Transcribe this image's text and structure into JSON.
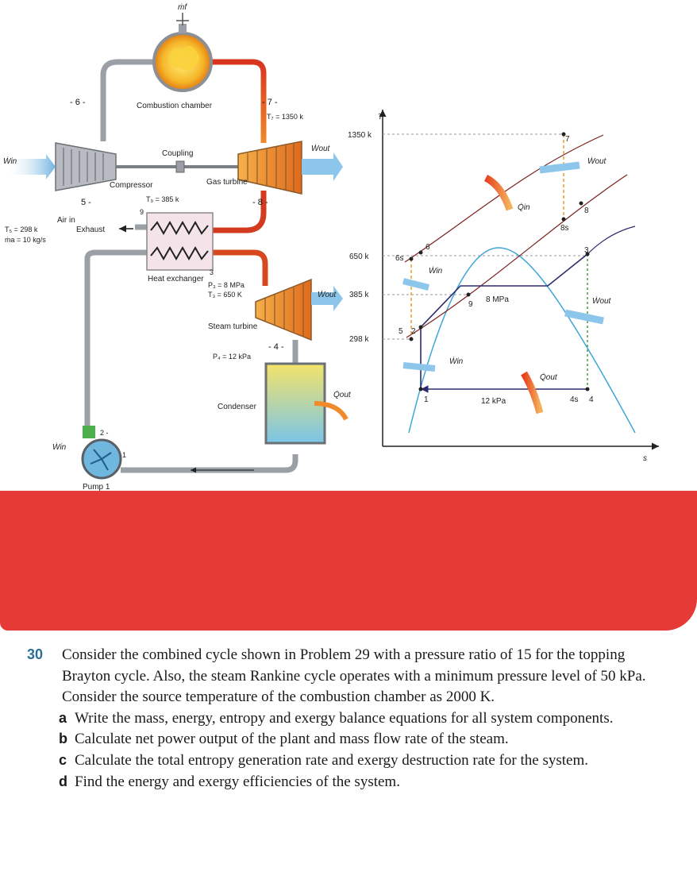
{
  "schematic": {
    "mdot_f": "ṁf",
    "combustion_chamber": "Combustion chamber",
    "coupling": "Coupling",
    "compressor": "Compressor",
    "gas_turbine": "Gas turbine",
    "win": "Ẇin",
    "wout_gas": "Ẇout",
    "wout_steam": "Ẇout",
    "qout": "Q̇out",
    "win_pump": "Ẇin",
    "state6": "6",
    "state7": "7",
    "state5": "5",
    "state8": "8",
    "state9": "9",
    "state3": "3",
    "state4": "4",
    "state2": "2",
    "state1": "1",
    "t7": "T₇ = 1350 k",
    "t9": "T₉ = 385 k",
    "air_in": "Air in",
    "t5": "T₅ = 298 k",
    "ma": "ṁa = 10 kg/s",
    "exhaust": "Exhaust",
    "heat_exchanger": "Heat exchanger",
    "p3": "P₃ = 8 MPa",
    "t3": "T₃ = 650 K",
    "steam_turbine": "Steam turbine",
    "p4": "P₄ = 12 kPa",
    "condenser": "Condenser",
    "pump": "Pump 1"
  },
  "ts_diagram": {
    "ylabel": "T",
    "xlabel": "s",
    "t1350": "1350 k",
    "t650": "650 k",
    "t385": "385 k",
    "t298": "298 k",
    "p8": "8 MPa",
    "p12": "12 kPa",
    "qin": "Q̇in",
    "qout": "Q̇out",
    "win_top": "Ẇin",
    "win_bot": "Ẇin",
    "wout_top": "Ẇout",
    "wout_bot": "Ẇout",
    "pts": {
      "p7": "7",
      "p8": "8",
      "p8s": "8s",
      "p6": "6",
      "p6s": "6s",
      "p5": "5",
      "p2": "2",
      "p1": "1",
      "p9": "9",
      "p3": "3",
      "p4s": "4s",
      "p4": "4"
    }
  },
  "problem": {
    "number": "30",
    "stem": "Consider the combined cycle shown in Problem 29 with a pressure ratio of 15 for the topping Brayton cycle. Also, the steam Rankine cycle operates with a minimum pressure level of 50 kPa. Consider the source temperature of the combustion chamber as 2000 K.",
    "parts": [
      {
        "label": "a",
        "text": "Write the mass, energy, entropy and exergy balance equations for all system components."
      },
      {
        "label": "b",
        "text": "Calculate net power output of the plant and mass flow rate of the steam."
      },
      {
        "label": "c",
        "text": "Calculate the total entropy generation rate and exergy destruction rate for the system."
      },
      {
        "label": "d",
        "text": "Find the energy and exergy efficiencies of the system."
      }
    ]
  }
}
